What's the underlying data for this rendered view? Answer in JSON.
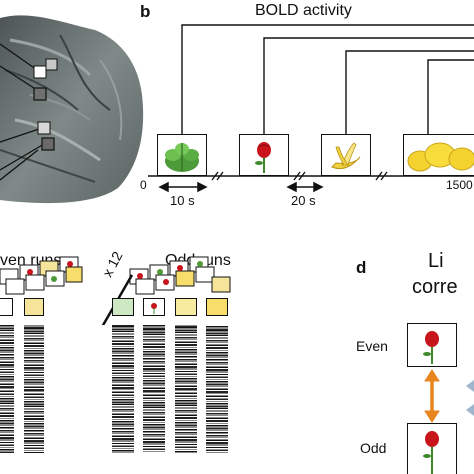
{
  "panel_b": {
    "letter": "b",
    "title": "BOLD activity",
    "tick_start": "0",
    "tick_end": "1500",
    "stim_duration": "10 s",
    "isi_duration": "20 s"
  },
  "panel_c": {
    "even_runs": "ven runs",
    "odd_runs": "Odd runs",
    "repeats": "x 12"
  },
  "panel_d": {
    "letter": "d",
    "title_line1": "Li",
    "title_line2": "corre",
    "even_label": "Even",
    "odd_label": "Odd"
  },
  "colors": {
    "orange_arrow": "#e8861e",
    "blue_arrow": "#9fb6cc",
    "brain_gray": "#6f7a78"
  }
}
